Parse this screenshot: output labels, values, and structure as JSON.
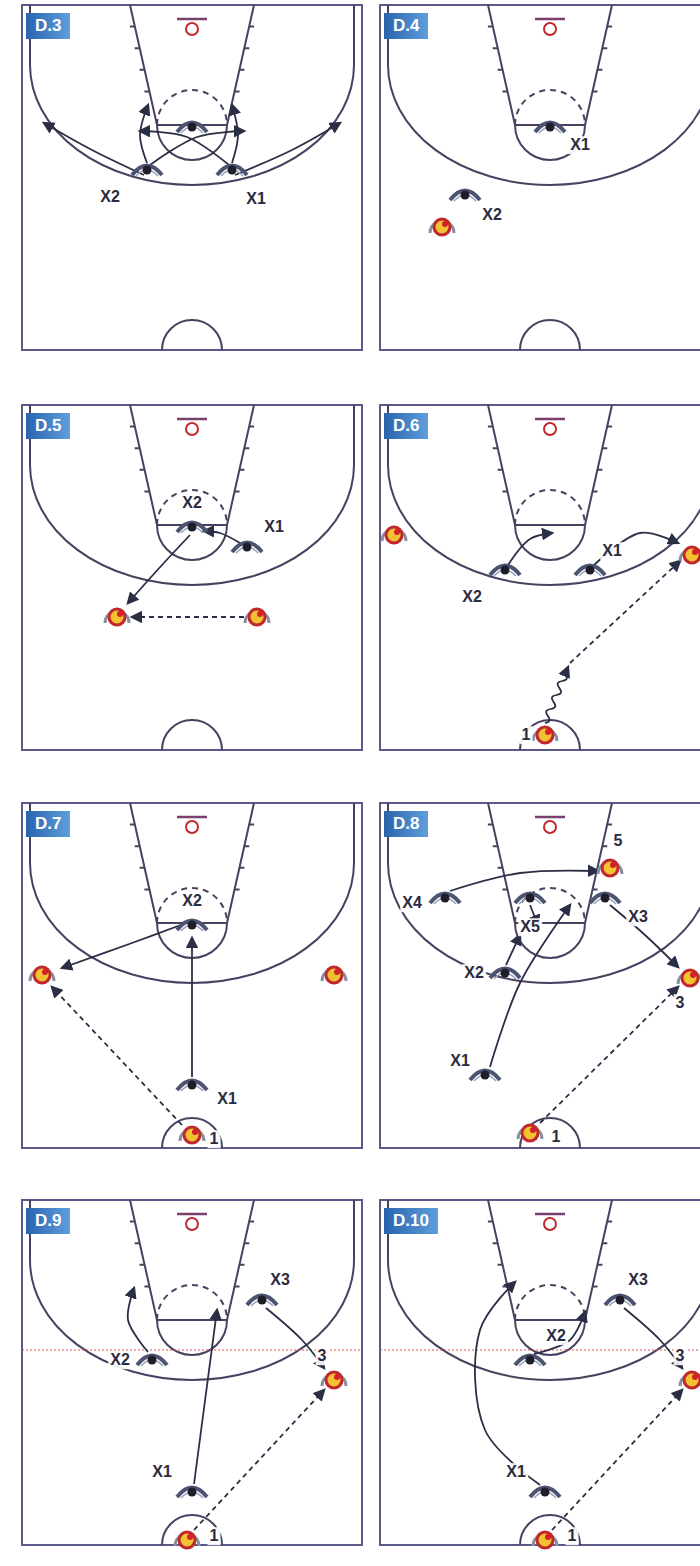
{
  "diagram": {
    "nodes": [
      {
        "text": [
          "D.3"
        ]
      },
      {
        "text": [
          "D.4"
        ]
      },
      {
        "text": [
          "D.5"
        ]
      },
      {
        "text": [
          "D.6"
        ]
      },
      {
        "text": [
          "D.7"
        ]
      },
      {
        "text": [
          "D.8"
        ]
      },
      {
        "text": [
          "D.9"
        ]
      },
      {
        "text": [
          "D.10"
        ]
      }
    ],
    "labels": [
      "X2",
      "X1",
      "X1",
      "X2",
      "X2",
      "X1",
      "X1",
      "X2",
      "1",
      "X2",
      "X1",
      "1",
      "5",
      "X4",
      "X5",
      "X3",
      "3",
      "X2",
      "X1",
      "1",
      "X3",
      "3",
      "X2",
      "X1",
      "1",
      "X3",
      "3",
      "X2",
      "X1",
      "1"
    ]
  }
}
